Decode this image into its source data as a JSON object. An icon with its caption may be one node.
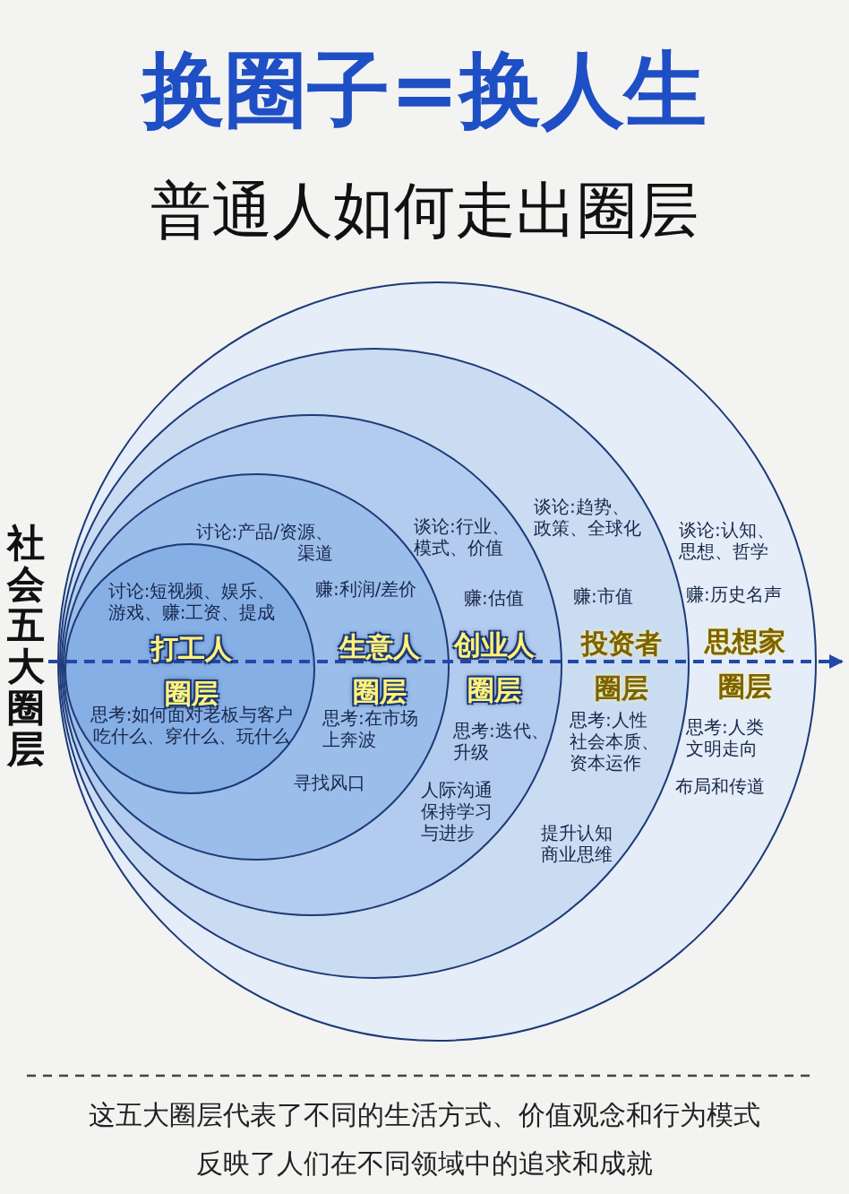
{
  "diagram": {
    "title": "换圈子=换人生",
    "nodes": [
      {
        "text": [
          "谈论:认知、思想、哲学",
          "赚:历史名声",
          "思想家",
          "圈层",
          "思考:人类文明走向",
          "布局和传道"
        ]
      },
      {
        "text": [
          "谈论:趋势、政策、全球化",
          "赚:市值",
          "投资者",
          "圈层",
          "思考:人性社会本质、资本运作",
          "提升认知商业思维"
        ],
        "in": 0
      },
      {
        "text": [
          "谈论:行业、模式、价值",
          "赚:估值",
          "创业人",
          "圈层",
          "思考:迭代、升级",
          "人际沟通保持学习与进步"
        ],
        "in": 1
      },
      {
        "text": [
          "讨论:产品/资源、渠道",
          "赚:利润/差价",
          "生意人",
          "圈层",
          "思考:在市场上奔波",
          "寻找风口"
        ],
        "in": 2
      },
      {
        "text": [
          "讨论:短视频、娱乐、游戏、赚:工资、提成",
          "打工人",
          "圈层",
          "思考:如何面对老板与客户吃什么、穿什么、玩什么"
        ],
        "in": 3
      }
    ],
    "labels": [
      "普通人如何走出圈层",
      "社会五大圈层",
      "这五大圈层代表了不同的生活方式、价值观念和行为模式",
      "反映了人们在不同领域中的追求和成就"
    ]
  }
}
